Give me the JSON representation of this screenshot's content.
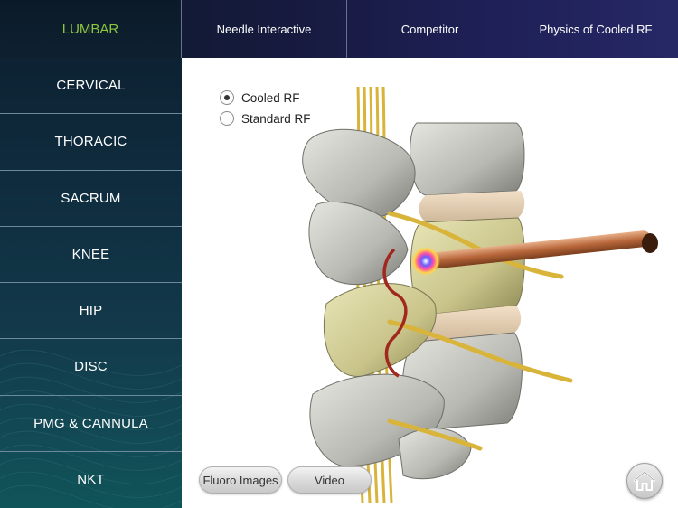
{
  "topnav": {
    "tabs": [
      {
        "label": "LUMBAR"
      },
      {
        "label": "Needle Interactive"
      },
      {
        "label": "Competitor"
      },
      {
        "label": "Physics of Cooled RF"
      }
    ]
  },
  "sidebar": {
    "items": [
      {
        "label": "CERVICAL"
      },
      {
        "label": "THORACIC"
      },
      {
        "label": "SACRUM"
      },
      {
        "label": "KNEE"
      },
      {
        "label": "HIP"
      },
      {
        "label": "DISC"
      },
      {
        "label": "PMG & CANNULA"
      },
      {
        "label": "NKT"
      }
    ]
  },
  "options": {
    "selected": "Cooled RF",
    "cooled_label": "Cooled RF",
    "standard_label": "Standard RF"
  },
  "buttons": {
    "fluoro_label": "Fluoro Images",
    "video_label": "Video"
  },
  "icons": {
    "home": "home-icon"
  },
  "colors": {
    "active_tab": "#8dc63f",
    "nav_bg": "#1e1f55",
    "sidebar_bg": "#12394a"
  }
}
